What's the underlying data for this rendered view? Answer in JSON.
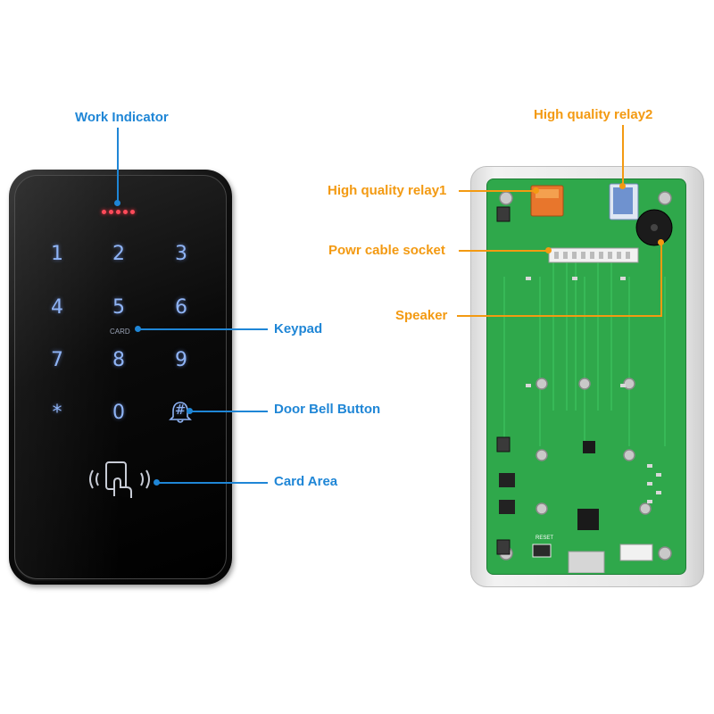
{
  "labels": {
    "work_indicator": "Work Indicator",
    "keypad": "Keypad",
    "door_bell_button": "Door Bell Button",
    "card_area": "Card Area",
    "relay2": "High quality relay2",
    "relay1": "High quality relay1",
    "power_socket": "Powr cable socket",
    "speaker": "Speaker"
  },
  "keys": [
    "1",
    "2",
    "3",
    "4",
    "5",
    "6",
    "7",
    "8",
    "9",
    "*",
    "0",
    "#"
  ],
  "card_caption": "CARD",
  "reset_label": "RESET",
  "colors": {
    "label_blue": "#1f86d6",
    "label_orange": "#f39a12",
    "keypad_glow": "#8fb4f5",
    "pcb_green": "#2fa84b",
    "led_red": "#ff4b5a"
  }
}
